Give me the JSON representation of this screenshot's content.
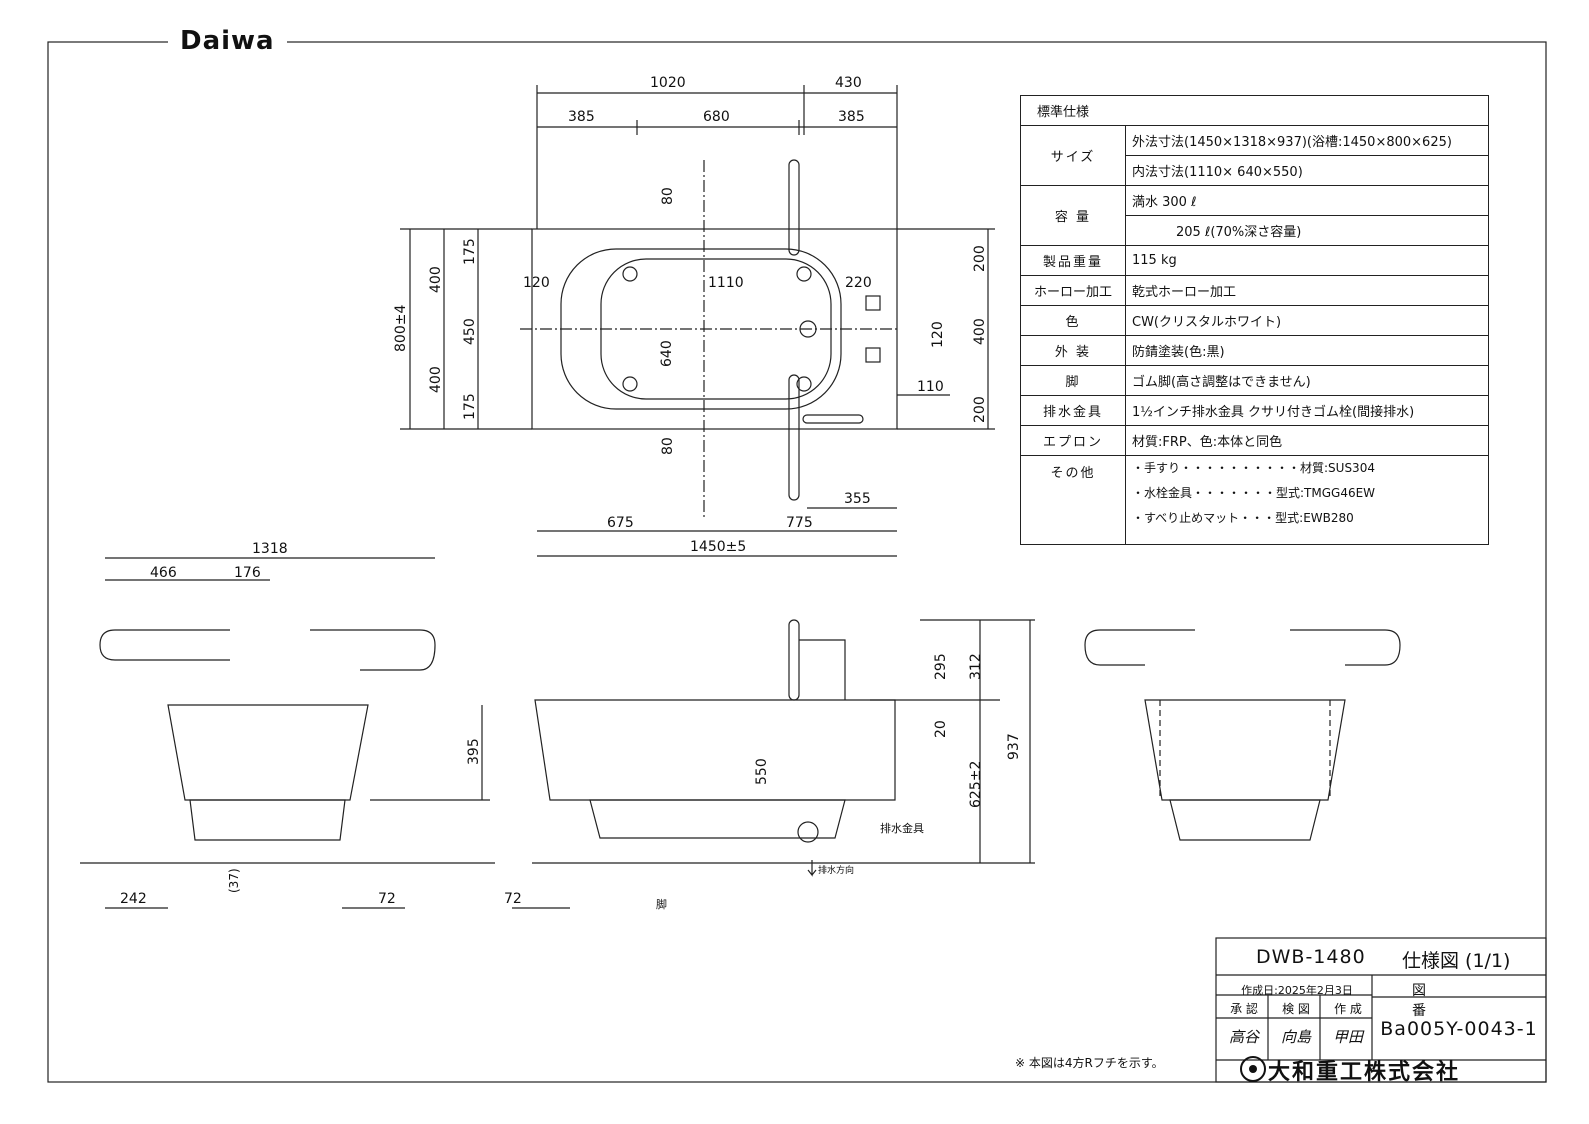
{
  "brand": "Daiwa",
  "spec_table": {
    "header": "標準仕様",
    "rows": {
      "size": {
        "label": "サイズ",
        "outer": "外法寸法(1450×1318×937)(浴槽:1450×800×625)",
        "inner": "内法寸法(1110× 640×550)"
      },
      "capacity": {
        "label": "容 量",
        "full": "満水 300 ℓ",
        "seventy": "205 ℓ(70%深さ容量)"
      },
      "weight": {
        "label": "製品重量",
        "value": "115 kg"
      },
      "enamel": {
        "label": "ホーロー加工",
        "value": "乾式ホーロー加工"
      },
      "color": {
        "label": "色",
        "value": "CW(クリスタルホワイト)"
      },
      "exterior": {
        "label": "外 装",
        "value": "防錆塗装(色:黒)"
      },
      "legs": {
        "label": "脚",
        "value": "ゴム脚(高さ調整はできません)"
      },
      "drain": {
        "label": "排水金具",
        "value": "1½インチ排水金具 クサリ付きゴム栓(間接排水)"
      },
      "apron": {
        "label": "エプロン",
        "value": "材質:FRP、色:本体と同色"
      },
      "other": {
        "label": "その他",
        "items": [
          "・手すり・・・・・・・・・・材質:SUS304",
          "・水栓金具・・・・・・・型式:TMGG46EW",
          "・すべり止めマット・・・型式:EWB280"
        ]
      }
    }
  },
  "dims_plan": {
    "top_1020": "1020",
    "top_430": "430",
    "top_385a": "385",
    "top_680": "680",
    "top_385b": "385",
    "left_400a": "400",
    "left_400b": "400",
    "left_800": "800±4",
    "left_450": "450",
    "left_175a": "175",
    "left_175b": "175",
    "left_80a": "80",
    "left_80b": "80",
    "in_120": "120",
    "in_1110": "1110",
    "in_640": "640",
    "in_220": "220",
    "right_120": "120",
    "right_200a": "200",
    "right_400": "400",
    "right_200b": "200",
    "right_110": "110",
    "bot_355": "355",
    "bot_675": "675",
    "bot_775": "775",
    "bot_1450": "1450±5"
  },
  "dims_side": {
    "s_1318": "1318",
    "s_466": "466",
    "s_176": "176",
    "s_395": "395",
    "s_37": "(37)",
    "s_242": "242",
    "s_72a": "72",
    "s_72b": "72",
    "f_550": "550",
    "f_295": "295",
    "f_312": "312",
    "f_20": "20",
    "f_625": "625±2",
    "f_937": "937",
    "lbl_drain": "排水金具",
    "lbl_drain_dir": "排水方向",
    "lbl_leg": "脚"
  },
  "title_block": {
    "model": "DWB-1480",
    "drawing_title": "仕様図 (1/1)",
    "date": "作成日:2025年2月3日",
    "zuban": "図 番",
    "code": "Ba005Y-0043-1",
    "roles": [
      "承 認",
      "検 図",
      "作 成"
    ],
    "stamps": [
      "高谷",
      "向島",
      "甲田"
    ],
    "company": "大和重工株式会社"
  },
  "note": "※ 本図は4方Rフチを示す。"
}
